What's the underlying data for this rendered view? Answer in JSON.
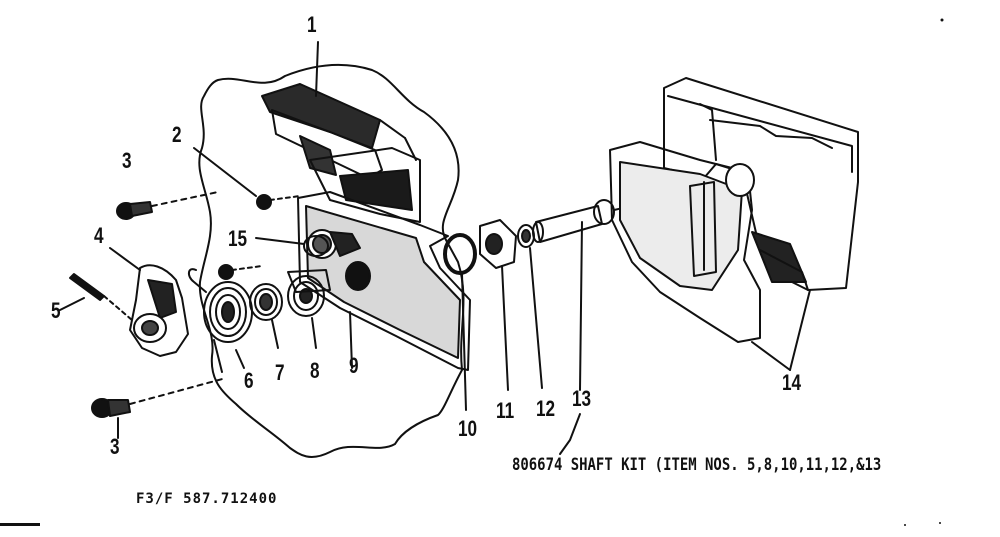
{
  "diagram": {
    "callouts": [
      {
        "id": "1",
        "label": "1"
      },
      {
        "id": "2",
        "label": "2"
      },
      {
        "id": "3a",
        "label": "3"
      },
      {
        "id": "3b",
        "label": "3"
      },
      {
        "id": "4",
        "label": "4"
      },
      {
        "id": "5",
        "label": "5"
      },
      {
        "id": "6",
        "label": "6"
      },
      {
        "id": "7",
        "label": "7"
      },
      {
        "id": "8",
        "label": "8"
      },
      {
        "id": "9",
        "label": "9"
      },
      {
        "id": "10",
        "label": "10"
      },
      {
        "id": "11",
        "label": "11"
      },
      {
        "id": "12",
        "label": "12"
      },
      {
        "id": "13",
        "label": "13"
      },
      {
        "id": "14",
        "label": "14"
      },
      {
        "id": "15",
        "label": "15"
      }
    ],
    "shaft_kit_note": "806674 SHAFT KIT (ITEM NOS. 5,8,10,11,12,&13",
    "figure_code": "F3/F 587.712400",
    "colors": {
      "ink": "#111111",
      "paper": "#ffffff"
    }
  }
}
